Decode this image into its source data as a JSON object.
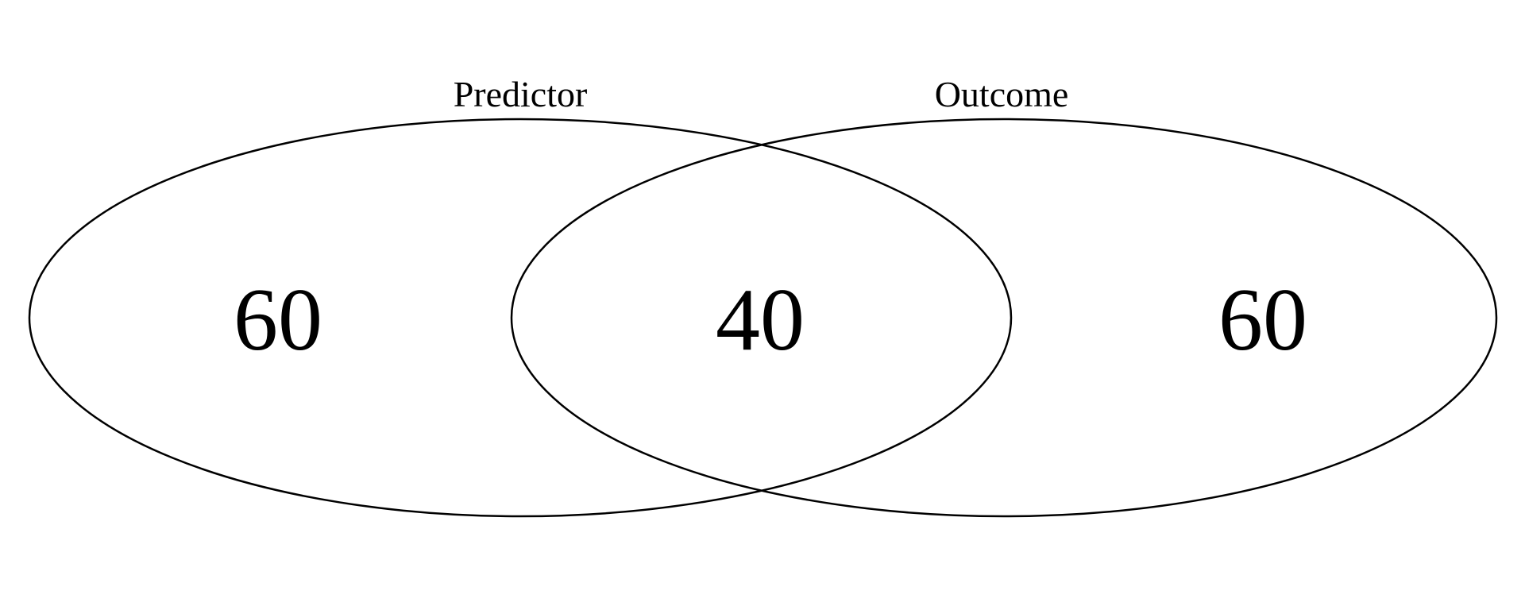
{
  "venn": {
    "sets": [
      {
        "label": "Predictor",
        "value": "60"
      },
      {
        "label": "Outcome",
        "value": "60"
      }
    ],
    "intersection": {
      "value": "40"
    },
    "colors": {
      "stroke": "#000000",
      "background": "#ffffff"
    }
  }
}
